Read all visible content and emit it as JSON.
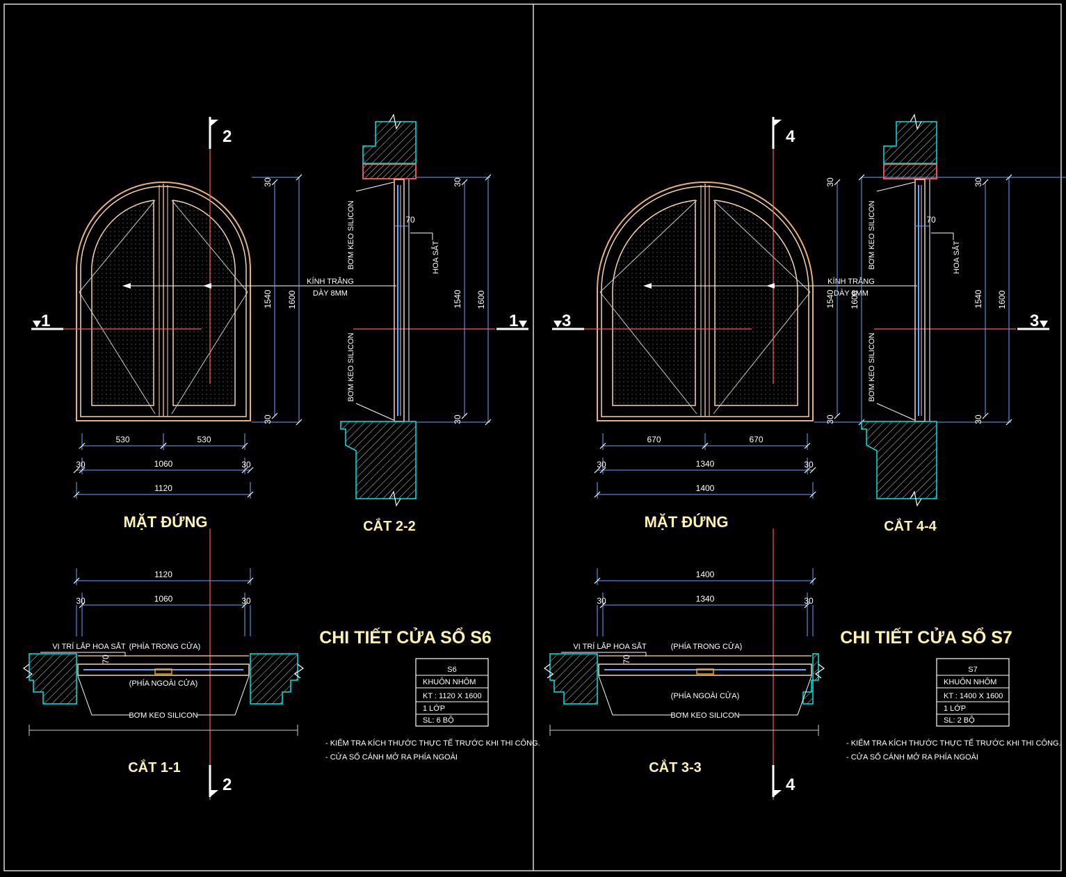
{
  "colors": {
    "background": "#000000",
    "frame": "#d9d9d9",
    "window_frame": "#e8b07a",
    "window_inner": "#f4d6b0",
    "dimension": "#6aa8ff",
    "section_line": "#ff5a5a",
    "wall_outline": "#00e6e6",
    "title": "#fff3b0",
    "text": "#ffffff"
  },
  "panels": [
    {
      "elevation_title": "MẶT ĐỨNG",
      "section_v_title": "CẮT 2-2",
      "section_h_title": "CẮT 1-1",
      "detail_title": "CHI TIẾT CỬA SỔ S6",
      "marks": {
        "v": "2",
        "h": "1"
      },
      "dims": {
        "half": "530",
        "inner": "1060",
        "outer": "1120",
        "edge": "30",
        "h_inner": "1540",
        "h_outer": "1600",
        "edge_top": "30",
        "edge_bottom": "30",
        "gap": "70"
      },
      "labels": {
        "glass": "KÍNH TRẮNG",
        "glass_thk": "DÀY 8MM",
        "silicone_top": "BƠM KEO SILICON",
        "silicone_bottom": "BƠM KEO SILICON",
        "iron": "HOA SẮT",
        "iron_position": "VỊ TRÍ LẮP HOA SẮT",
        "inside": "(PHÍA TRONG CỬA)",
        "outside": "(PHÍA NGOÀI CỬA)",
        "silicone_plan": "BƠM KEO SILICON"
      },
      "spec": {
        "code": "S6",
        "frame": "KHUÔN NHÔM",
        "size": "KT : 1120 X 1600",
        "layer": "1 LỚP",
        "qty": "SL: 6 BỘ"
      },
      "notes": [
        "- KIỂM TRA KÍCH THƯỚC THỰC TẾ TRƯỚC KHI THI CÔNG.",
        "- CỬA SỔ CÁNH MỞ RA PHÍA NGOÀI"
      ]
    },
    {
      "elevation_title": "MẶT ĐỨNG",
      "section_v_title": "CẮT 4-4",
      "section_h_title": "CẮT 3-3",
      "detail_title": "CHI TIẾT CỬA SỔ S7",
      "marks": {
        "v": "4",
        "h": "3"
      },
      "dims": {
        "half": "670",
        "inner": "1340",
        "outer": "1400",
        "edge": "30",
        "h_inner": "1540",
        "h_outer": "1600",
        "edge_top": "30",
        "edge_bottom": "30",
        "gap": "70"
      },
      "labels": {
        "glass": "KÍNH TRẮNG",
        "glass_thk": "DÀY 8MM",
        "silicone_top": "BƠM KEO SILICON",
        "silicone_bottom": "BƠM KEO SILICON",
        "iron": "HOA SẮT",
        "iron_position": "VỊ TRÍ LẮP HOA SẮT",
        "inside": "(PHÍA TRONG CỬA)",
        "outside": "(PHÍA NGOÀI CỬA)",
        "silicone_plan": "BƠM KEO SILICON"
      },
      "spec": {
        "code": "S7",
        "frame": "KHUÔN NHÔM",
        "size": "KT : 1400 X 1600",
        "layer": "1 LỚP",
        "qty": "SL: 2 BỘ"
      },
      "notes": [
        "- KIỂM TRA KÍCH THƯỚC THỰC TẾ TRƯỚC KHI THI CÔNG.",
        "- CỬA SỔ CÁNH MỞ RA PHÍA NGOÀI"
      ]
    }
  ]
}
